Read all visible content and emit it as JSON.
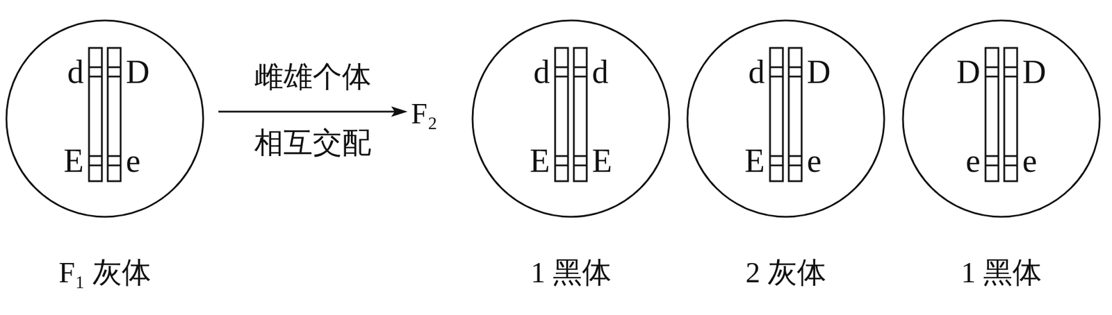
{
  "diagram": {
    "nodes": [
      {
        "text": [
          "d",
          "D",
          "E",
          "e",
          "F₁ 灰体"
        ]
      },
      {
        "text": [
          "d",
          "d",
          "E",
          "E",
          "1 黑体"
        ]
      },
      {
        "text": [
          "d",
          "D",
          "E",
          "e",
          "2 灰体"
        ]
      },
      {
        "text": [
          "D",
          "D",
          "e",
          "e",
          "1 黑体"
        ]
      }
    ],
    "labels": [
      "雌雄个体",
      "相互交配",
      "F₂"
    ]
  }
}
